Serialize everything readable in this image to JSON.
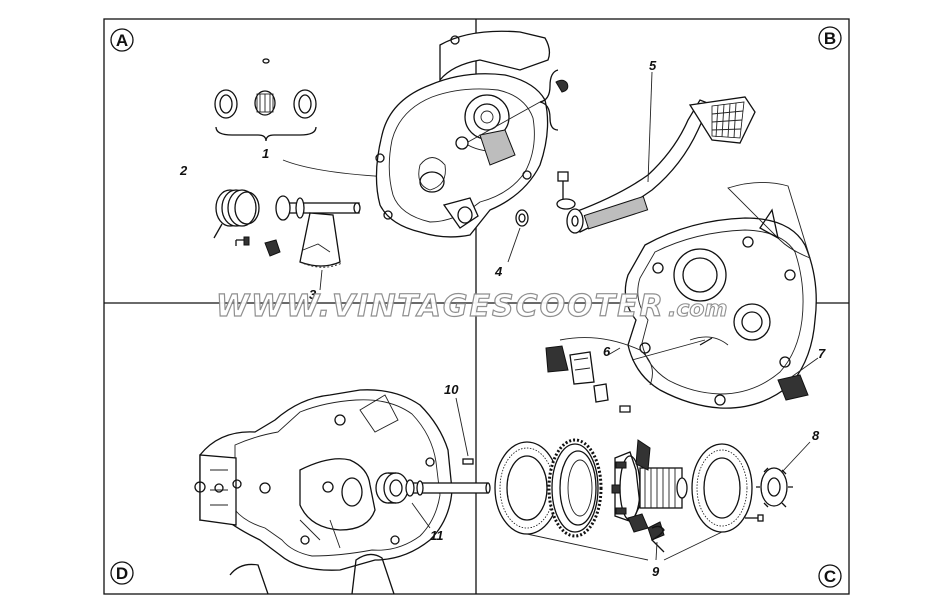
{
  "quadrants": {
    "a": "A",
    "b": "B",
    "c": "C",
    "d": "D"
  },
  "watermark": {
    "main": "WWW.VINTAGESCOOTER",
    "tld": ".com"
  },
  "callouts": {
    "n1": "1",
    "n2": "2",
    "n3": "3",
    "n4": "4",
    "n5": "5",
    "n6": "6",
    "n7": "7",
    "n8": "8",
    "n9": "9",
    "n10": "10",
    "n11": "11"
  }
}
